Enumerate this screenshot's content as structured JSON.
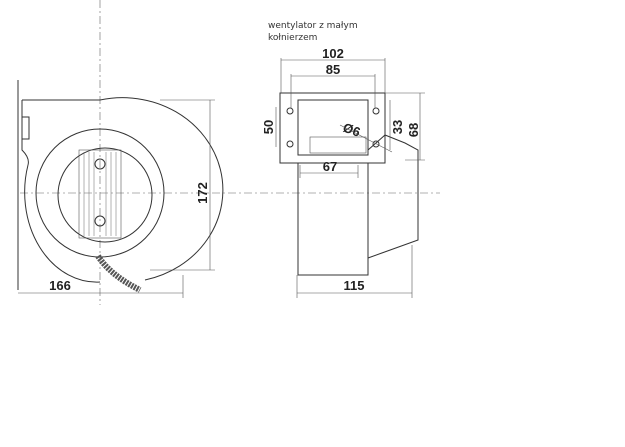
{
  "note": {
    "line1": "wentylator z małym",
    "line2": "kołnierzem"
  },
  "dimensions": {
    "width_front": "166",
    "height_front": "172",
    "flange_width": "102",
    "flange_hole_spacing": "85",
    "outlet_width": "67",
    "depth": "115",
    "hole_vertical_spacing": "50",
    "outlet_height": "33",
    "flange_height": "68",
    "hole_diameter": "Ø6"
  }
}
